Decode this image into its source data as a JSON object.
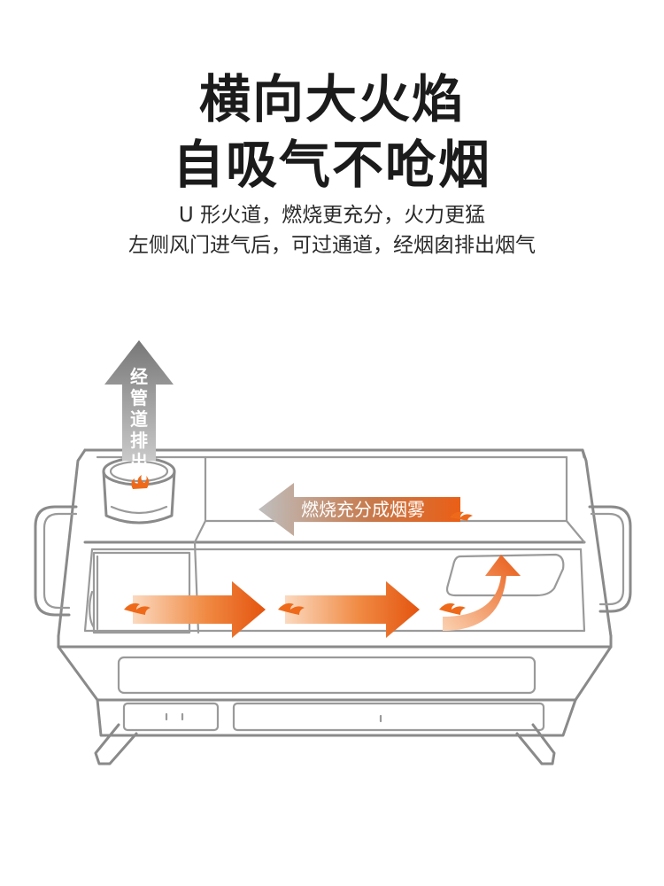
{
  "headline": {
    "line1": "横向大火焰",
    "line2": "自吸气不呛烟"
  },
  "subtitle": {
    "line1": "U 形火道，燃烧更充分，火力更猛",
    "line2": "左侧风门进气后，可过通道，经烟囱排出烟气"
  },
  "labels": {
    "exhaust": "经管道排出",
    "smoke": "燃烧充分成烟雾"
  },
  "colors": {
    "flame": "#ee6a1a",
    "arrow_gray": "#8a8a8a",
    "outline": "#8a8a8a"
  }
}
